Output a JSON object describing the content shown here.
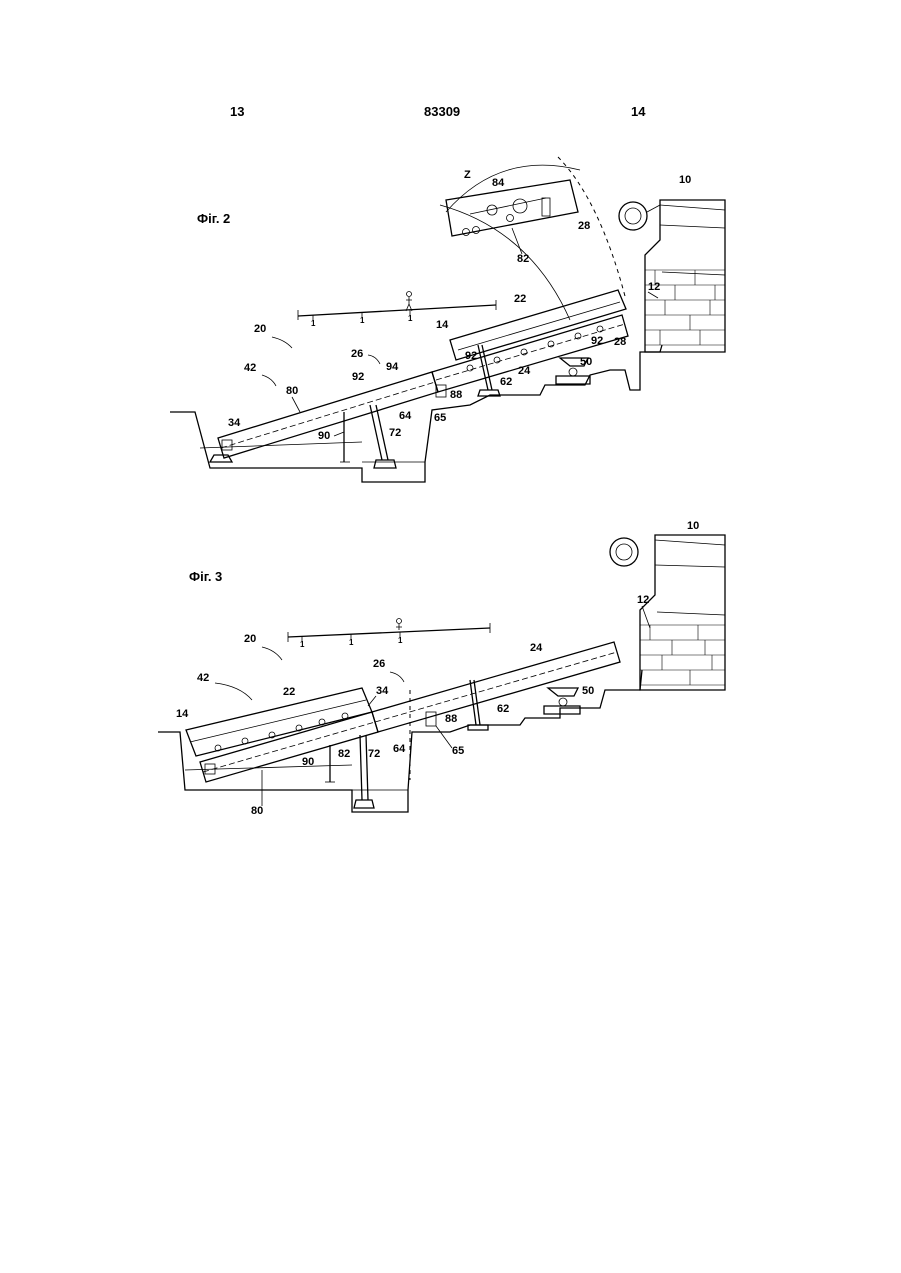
{
  "header": {
    "page_left": "13",
    "doc_number": "83309",
    "page_right": "14"
  },
  "fig2": {
    "caption": "Фіг. 2",
    "labels": {
      "l10": "10",
      "l12": "12",
      "l14": "14",
      "l20": "20",
      "l22": "22",
      "l24": "24",
      "l26": "26",
      "l28a": "28",
      "l28b": "28",
      "l34": "34",
      "l42": "42",
      "l50": "50",
      "l62": "62",
      "l64": "64",
      "l65": "65",
      "l72": "72",
      "l80": "80",
      "l82": "82",
      "l84": "84",
      "l88": "88",
      "l90": "90",
      "l92a": "92",
      "l92b": "92",
      "l92c": "92",
      "l94": "94",
      "lz": "Z"
    },
    "ticks": [
      "1",
      "1",
      "1"
    ]
  },
  "fig3": {
    "caption": "Фіг. 3",
    "labels": {
      "l10": "10",
      "l12": "12",
      "l14": "14",
      "l20": "20",
      "l22": "22",
      "l24": "24",
      "l26": "26",
      "l34": "34",
      "l42": "42",
      "l50": "50",
      "l62": "62",
      "l64": "64",
      "l65": "65",
      "l72": "72",
      "l80": "80",
      "l82": "82",
      "l88": "88",
      "l90": "90"
    },
    "ticks": [
      "1",
      "1",
      "1"
    ]
  }
}
